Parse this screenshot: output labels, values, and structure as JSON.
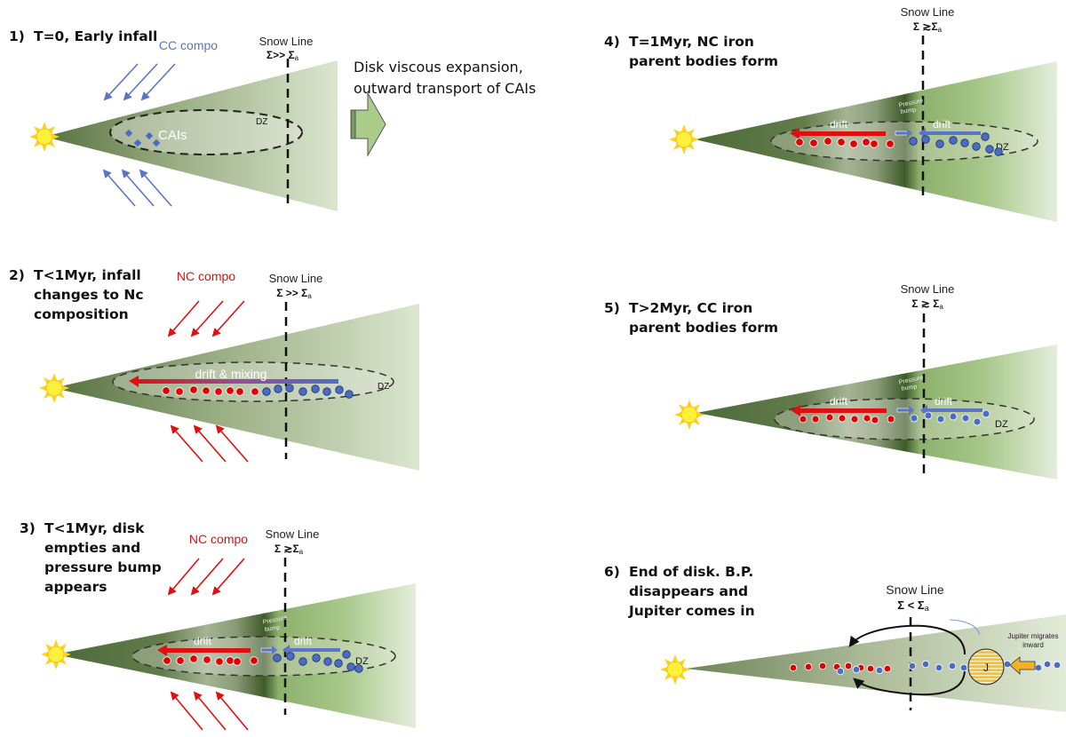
{
  "panels": [
    {
      "id": 1,
      "number": "1)",
      "title": "T=0, Early infall",
      "infall_label": "CC compo",
      "infall_color": "#5b74c8",
      "snow_line_label": "Snow Line",
      "snow_line_condition": "Σ>> Σ",
      "subscript": "a",
      "dz_label": "DZ",
      "particles_label": "CAIs"
    },
    {
      "id": 2,
      "number": "2)",
      "title": "T<1Myr, infall\nchanges to Nc\ncomposition",
      "infall_label": "NC compo",
      "infall_color": "#e01010",
      "snow_line_label": "Snow Line",
      "snow_line_condition": "Σ >> Σ",
      "subscript": "a",
      "dz_label": "DZ",
      "drift_label": "drift & mixing"
    },
    {
      "id": 3,
      "number": "3)",
      "title": "T<1Myr, disk\nempties and\npressure bump\nappears",
      "infall_label": "NC compo",
      "infall_color": "#e01010",
      "snow_line_label": "Snow Line",
      "snow_line_condition": "Σ ≳Σ",
      "subscript": "a",
      "dz_label": "DZ",
      "bump_label_1": "Pressure",
      "bump_label_2": "bump",
      "drift_left_label": "drift",
      "drift_right_label": "drift"
    },
    {
      "id": 4,
      "number": "4)",
      "title": "T=1Myr, NC iron\nparent bodies form",
      "snow_line_label": "Snow Line",
      "snow_line_condition": "Σ ≳Σ",
      "subscript": "a",
      "dz_label": "DZ",
      "bump_label_1": "Pressure",
      "bump_label_2": "bump",
      "drift_left_label": "drift",
      "drift_right_label": "drift"
    },
    {
      "id": 5,
      "number": "5)",
      "title": "T>2Myr, CC iron\nparent bodies form",
      "snow_line_label": "Snow Line",
      "snow_line_condition": "Σ ≳ Σ",
      "subscript": "a",
      "dz_label": "DZ",
      "bump_label_1": "Pressure",
      "bump_label_2": "bump",
      "drift_left_label": "drift",
      "drift_right_label": "drift"
    },
    {
      "id": 6,
      "number": "6)",
      "title": "End of disk. B.P.\ndisappears and\nJupiter comes in",
      "snow_line_label": "Snow Line",
      "snow_line_condition": "Σ < Σ",
      "subscript": "a",
      "jupiter_label": "J",
      "jupiter_note_1": "Jupiter migrates",
      "jupiter_note_2": "inward"
    }
  ],
  "transition_note": {
    "line1": "Disk viscous expansion,",
    "line2": "outward transport of CAIs"
  },
  "colors": {
    "nc_particle": "#e00000",
    "cc_particle": "#4a6cc4",
    "disk_dark": "#4c6a38",
    "disk_light": "#dbe6cf",
    "sun": "#ffe01a",
    "jupiter": "#f2c040",
    "arrow_green": "#a9cc88"
  }
}
